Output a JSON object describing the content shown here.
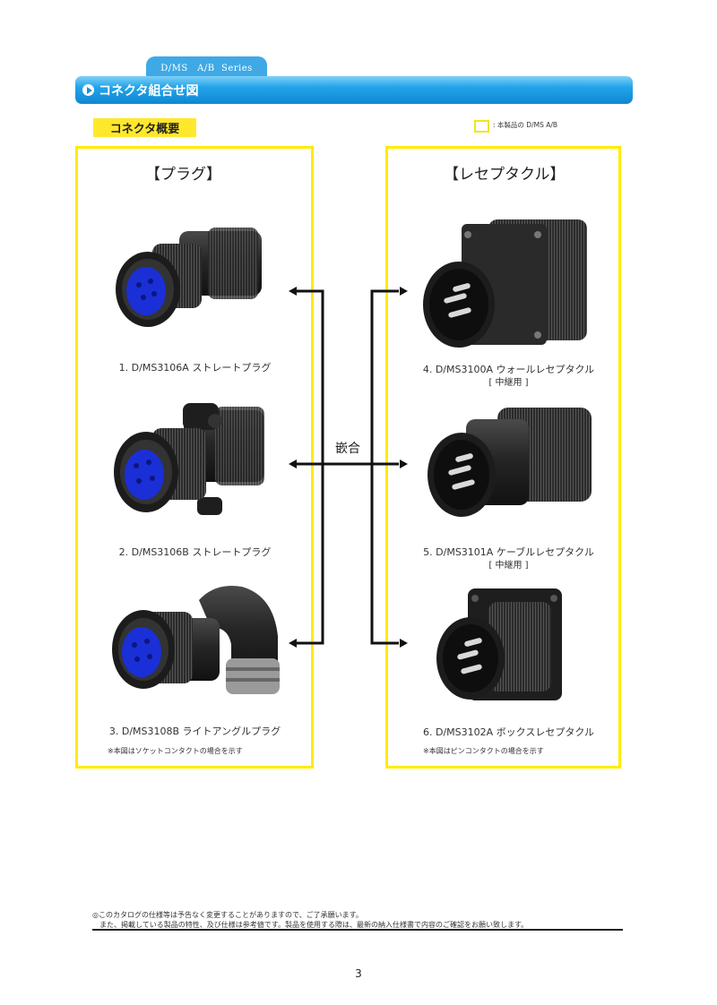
{
  "header": {
    "series_tab": "D/MS　A/B  Series",
    "title": "コネクタ組合せ図"
  },
  "section": {
    "label": "コネクタ概要",
    "legend_text": ": 本製品の D/MS A/B"
  },
  "plug_panel": {
    "title": "【プラグ】",
    "items": [
      {
        "caption": "1. D/MS3106A ストレートプラグ"
      },
      {
        "caption": "2. D/MS3106B ストレートプラグ"
      },
      {
        "caption": "3. D/MS3108B ライトアングルプラグ"
      }
    ],
    "note": "※本図はソケットコンタクトの場合を示す"
  },
  "receptacle_panel": {
    "title": "【レセプタクル】",
    "items": [
      {
        "caption": "4. D/MS3100A ウォールレセプタクル",
        "sub": "[ 中継用 ]"
      },
      {
        "caption": "5. D/MS3101A ケーブルレセプタクル",
        "sub": "[ 中継用 ]"
      },
      {
        "caption": "6. D/MS3102A ボックスレセプタクル"
      }
    ],
    "note": "※本図はピンコンタクトの場合を示す"
  },
  "mating_label": "嵌合",
  "footer": {
    "line1": "◎このカタログの仕様等は予告なく変更することがありますので、ご了承願います。",
    "line2": "また、掲載している製品の特性、及び仕様は参考値です。製品を使用する際は、最新の納入仕様書で内容のご確認をお願い致します。",
    "page_number": "3"
  },
  "colors": {
    "accent_blue": "#1a9be6",
    "highlight_yellow": "#ffec00",
    "contact_blue": "#1a2fd6",
    "connector_body": "#2a2a2a"
  }
}
